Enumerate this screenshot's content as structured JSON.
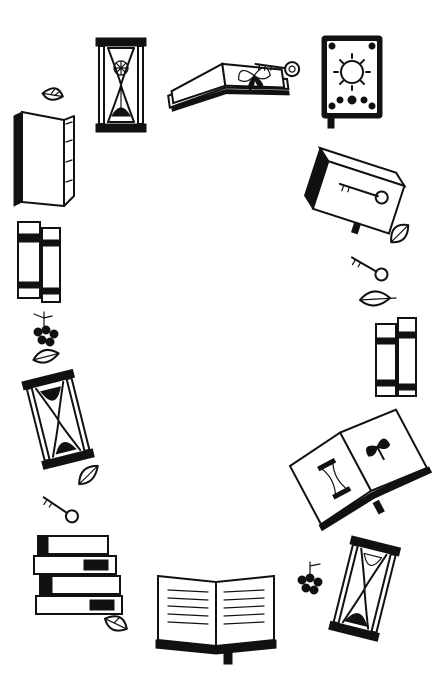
{
  "page": {
    "background": "#ffffff",
    "ink_color": "#111111",
    "style": "hand-drawn black ink illustration frame"
  },
  "illustrations": [
    {
      "name": "hourglass-top-left",
      "icon": "hourglass-icon"
    },
    {
      "name": "open-book-butterfly",
      "icon": "open-book-icon"
    },
    {
      "name": "skeleton-key-top",
      "icon": "key-icon"
    },
    {
      "name": "sun-moon-book",
      "icon": "closed-book-icon"
    },
    {
      "name": "leaf-top-left",
      "icon": "leaf-icon"
    },
    {
      "name": "standing-book-left",
      "icon": "book-icon"
    },
    {
      "name": "key-book-right",
      "icon": "closed-book-icon"
    },
    {
      "name": "book-stack-upright-left",
      "icon": "book-stack-icon"
    },
    {
      "name": "leaf-right",
      "icon": "leaf-icon"
    },
    {
      "name": "key-right",
      "icon": "key-icon"
    },
    {
      "name": "leaf-right-2",
      "icon": "leaf-icon"
    },
    {
      "name": "berries-left",
      "icon": "berries-icon"
    },
    {
      "name": "leaf-left-2",
      "icon": "leaf-icon"
    },
    {
      "name": "book-stack-upright-right",
      "icon": "book-stack-icon"
    },
    {
      "name": "hourglass-tilted-left",
      "icon": "hourglass-icon"
    },
    {
      "name": "open-book-hourglass",
      "icon": "open-book-icon"
    },
    {
      "name": "leaf-left-3",
      "icon": "leaf-icon"
    },
    {
      "name": "key-left",
      "icon": "key-icon"
    },
    {
      "name": "book-pile-bottom-left",
      "icon": "book-stack-icon"
    },
    {
      "name": "open-book-bottom",
      "icon": "open-book-icon"
    },
    {
      "name": "berries-bottom-right",
      "icon": "berries-icon"
    },
    {
      "name": "hourglass-bottom-right",
      "icon": "hourglass-icon"
    },
    {
      "name": "leaf-bottom-left",
      "icon": "leaf-icon"
    }
  ]
}
